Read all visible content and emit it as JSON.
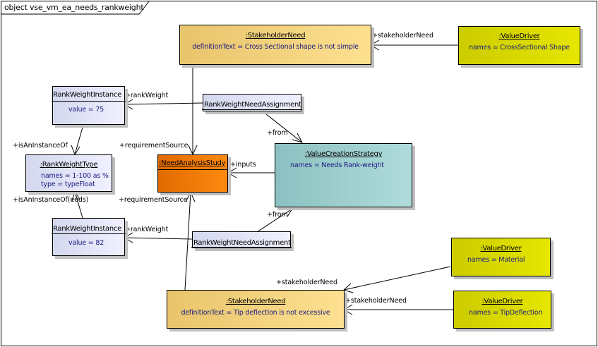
{
  "frame": {
    "title": "object vse_vm_ea_needs_rankweight"
  },
  "colors": {
    "stakeholder_need": "#fde090",
    "value_driver": "#e6e600",
    "rank_weight": "#f0f0ff",
    "need_analysis": "#ff8a10",
    "value_creation": "#b0dcdc",
    "attribute_text": "#1a1a80"
  },
  "nodes": {
    "stakeholder_need_1": {
      "title": ":StakeholderNeed",
      "attr": "definitionText = Cross Sectional shape is not simple"
    },
    "value_driver_1": {
      "title": ":ValueDriver",
      "attr": "names = CrossSectional Shape"
    },
    "rank_weight_instance_1": {
      "title": "RankWeightInstance",
      "attr": "value = 75"
    },
    "rank_weight_need_assignment_1": {
      "title": "RankWeightNeedAssignment"
    },
    "rank_weight_type": {
      "title": ":RankWeightType",
      "attr1": "names = 1-100 as %",
      "attr2": "type = typeFloat"
    },
    "need_analysis_study": {
      "title": ":NeedAnalysisStudy"
    },
    "value_creation_strategy": {
      "title": ":ValueCreationStrategy",
      "attr": "names = Needs Rank-weight"
    },
    "rank_weight_instance_2": {
      "title": "RankWeightInstance",
      "attr": "value = 82"
    },
    "rank_weight_need_assignment_2": {
      "title": "RankWeightNeedAssignment"
    },
    "value_driver_2": {
      "title": ":ValueDriver",
      "attr": "names = Material"
    },
    "stakeholder_need_2": {
      "title": ":StakeholderNeed",
      "attr": "definitionText = Tip deflection is not excessive"
    },
    "value_driver_3": {
      "title": ":ValueDriver",
      "attr": "names = TipDeflection"
    }
  },
  "labels": {
    "stakeholder_need_top": "+stakeholderNeed",
    "rank_weight_1": "+rankWeight",
    "is_an_instance_of": "+isAnInstanceOf",
    "requirement_source_1": "+requirementSource",
    "from_1": "+from",
    "inputs": "+inputs",
    "is_an_instance_of_2": "+isAnInstanceOf(eeds)",
    "requirement_source_2": "+requirementSource",
    "from_2": "+from",
    "rank_weight_2": "+rankWeight",
    "stakeholder_need_mid": "+stakeholderNeed",
    "stakeholder_need_bottom": "+stakeholderNeed"
  }
}
